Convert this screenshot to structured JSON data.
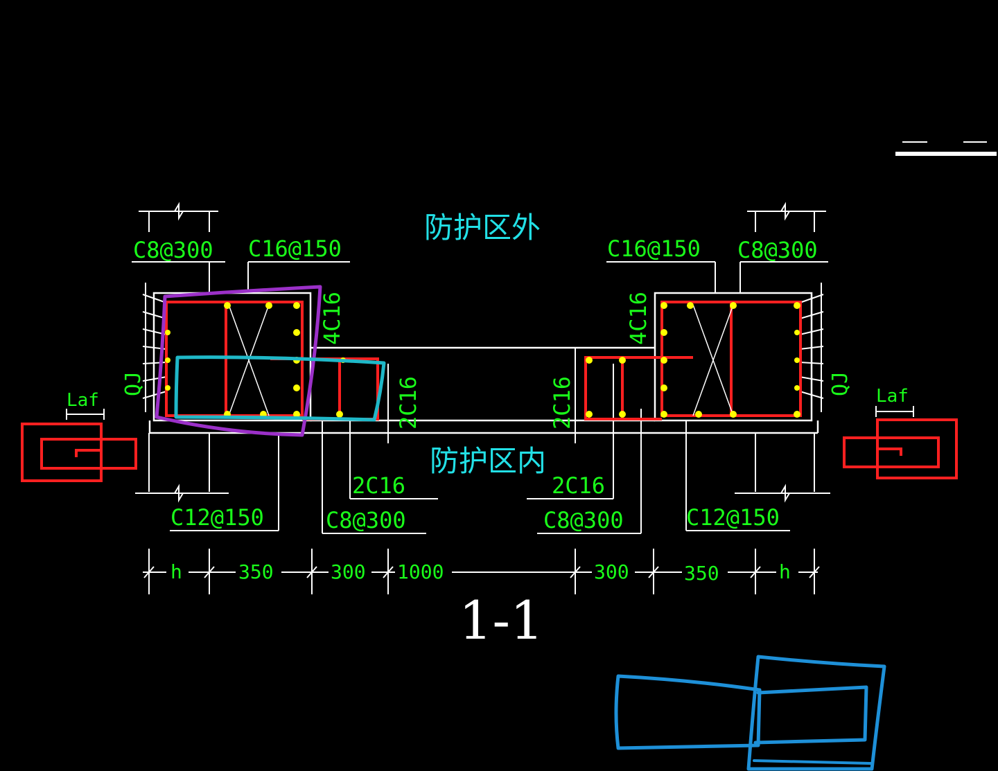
{
  "labels": {
    "outside_zone": "防护区外",
    "inside_zone": "防护区内",
    "section_title": "1-1",
    "left": {
      "c8_top": "C8@300",
      "c16_top": "C16@150",
      "vertical_4c16": "4C16",
      "qj": "QJ",
      "laf": "Laf",
      "vertical_2c16": "2C16",
      "bottom_2c16": "2C16",
      "c12_bottom": "C12@150",
      "c8_bottom": "C8@300"
    },
    "right": {
      "c16_top": "C16@150",
      "c8_top": "C8@300",
      "vertical_4c16": "4C16",
      "qj": "QJ",
      "laf": "Laf",
      "vertical_2c16": "2C16",
      "bottom_2c16": "2C16",
      "c8_bottom": "C8@300",
      "c12_bottom": "C12@150"
    }
  },
  "dimensions": [
    "h",
    "350",
    "300",
    "1000",
    "300",
    "350",
    "h"
  ],
  "colors": {
    "background": "#000000",
    "outline": "#ffffff",
    "rebar": "#ff2020",
    "bar_dot": "#ffff00",
    "label": "#1aff1a",
    "zone_label": "#22e0e6",
    "annotation_purple": "#9b30c8",
    "annotation_teal": "#1fb8c8",
    "annotation_blue": "#1e90d8"
  }
}
